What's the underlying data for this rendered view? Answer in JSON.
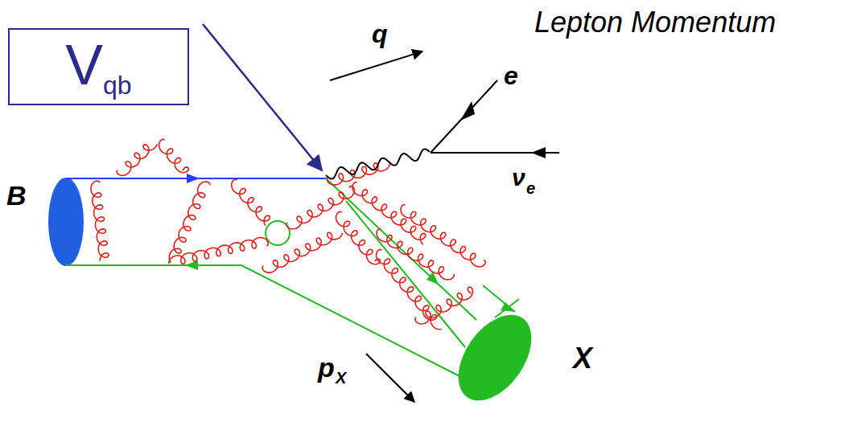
{
  "diagram": {
    "nodes": [
      {
        "text": [
          "V",
          "qb"
        ]
      }
    ],
    "labels": [
      "Lepton Momentum",
      "q",
      "e",
      "ν",
      "e",
      "B",
      "p",
      "X",
      "X"
    ]
  }
}
